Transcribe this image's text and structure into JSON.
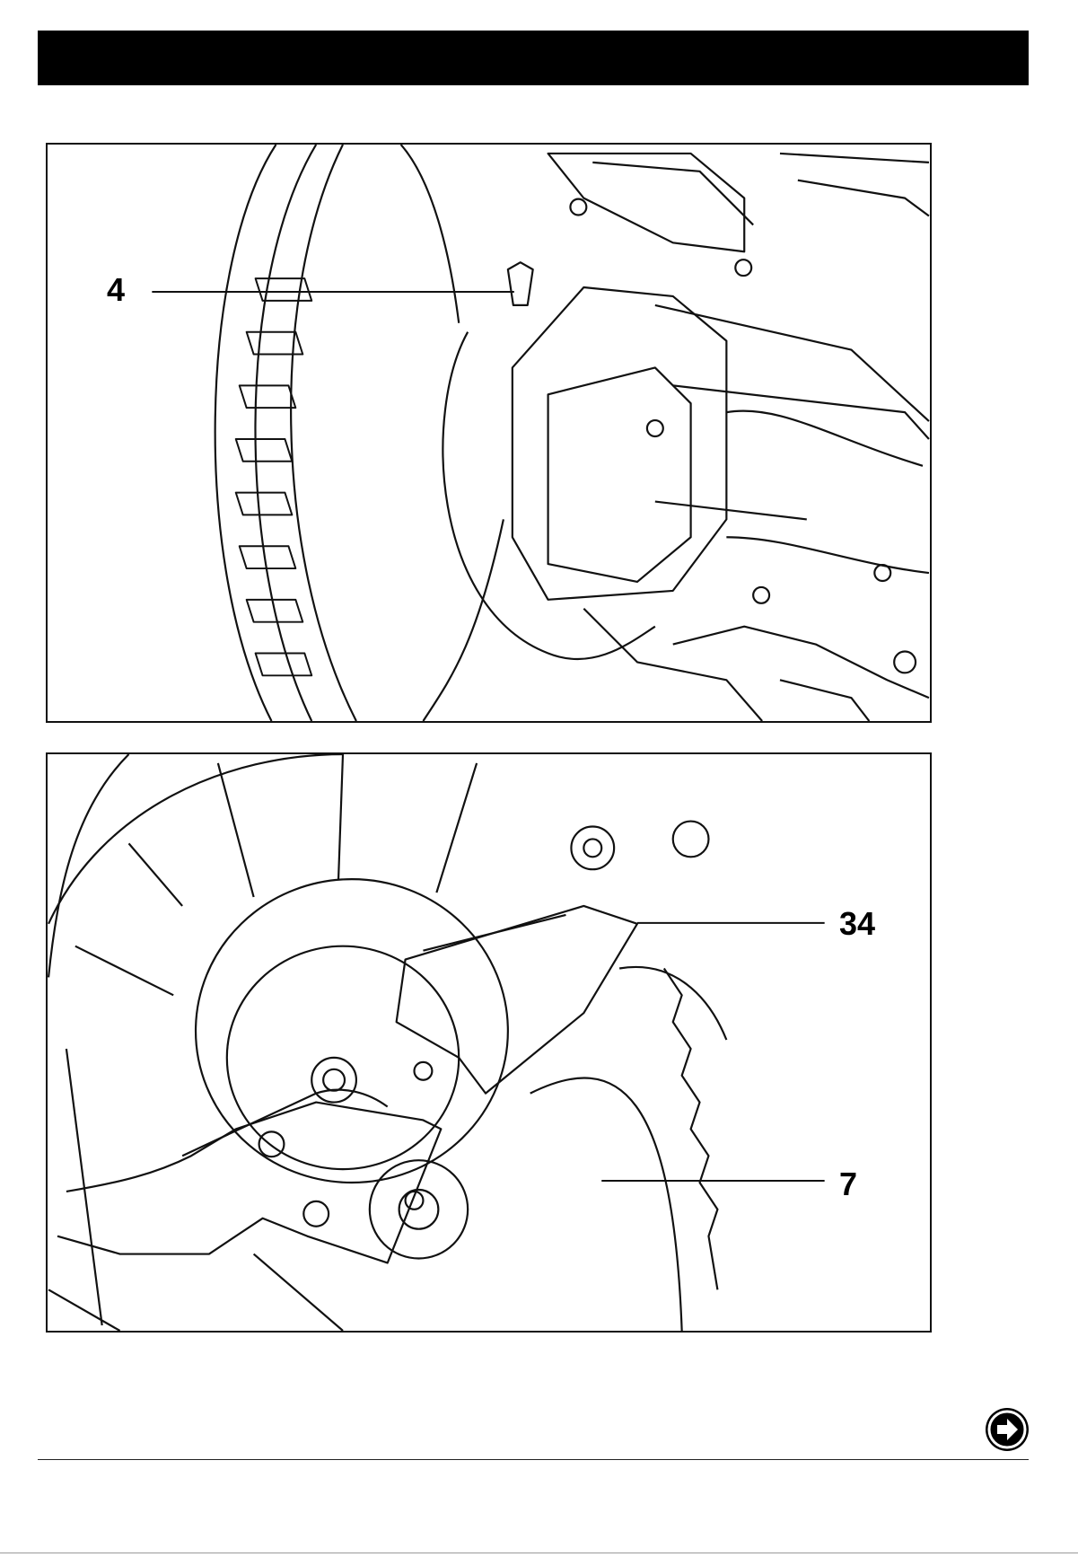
{
  "header": {
    "color": "#000000"
  },
  "figures": [
    {
      "callouts": [
        {
          "label": "4"
        }
      ]
    },
    {
      "callouts": [
        {
          "label": "34"
        },
        {
          "label": "7"
        }
      ]
    }
  ],
  "footer": {
    "next_icon": "arrow-right-circle-icon"
  }
}
